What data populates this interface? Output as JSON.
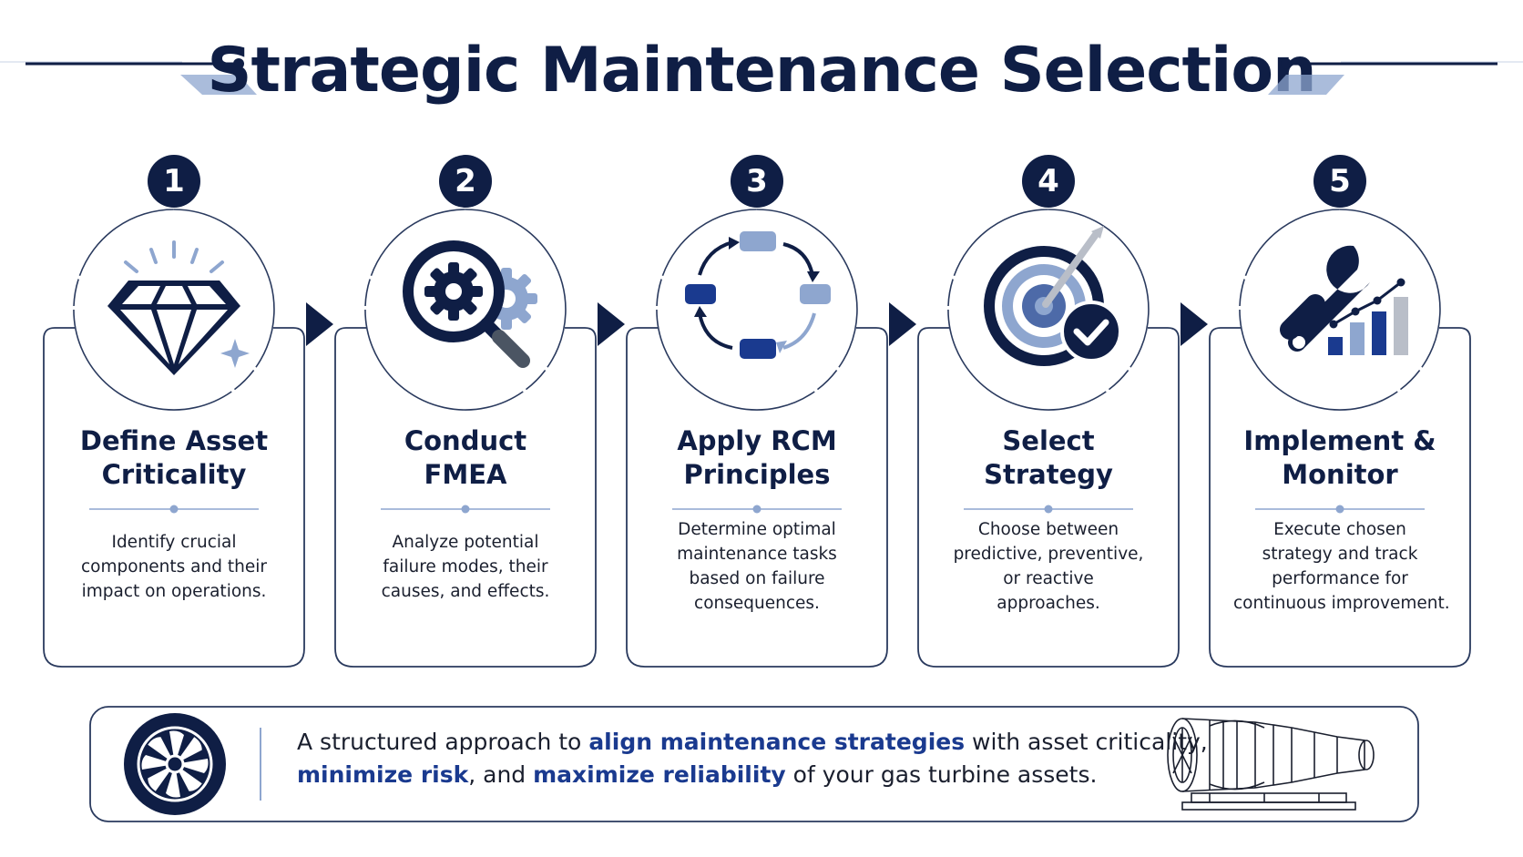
{
  "title": "Strategic Maintenance Selection",
  "colors": {
    "navy": "#0f1e45",
    "accent_blue": "#1a3a8f",
    "light_blue": "#8ea6cf",
    "mid_blue": "#4d6aa8",
    "border": "#2a3a5e"
  },
  "steps": [
    {
      "number": "1",
      "icon": "diamond-icon",
      "title_lines": [
        "Define Asset",
        "Criticality"
      ],
      "desc_lines": [
        "Identify crucial",
        "components and their",
        "impact on operations."
      ]
    },
    {
      "number": "2",
      "icon": "magnifier-gear-icon",
      "title_lines": [
        "Conduct",
        "FMEA"
      ],
      "desc_lines": [
        "Analyze potential",
        "failure modes, their",
        "causes, and effects."
      ]
    },
    {
      "number": "3",
      "icon": "cycle-icon",
      "title_lines": [
        "Apply RCM",
        "Principles"
      ],
      "desc_lines": [
        "Determine optimal",
        "maintenance tasks",
        "based on failure",
        "consequences."
      ]
    },
    {
      "number": "4",
      "icon": "target-check-icon",
      "title_lines": [
        "Select",
        "Strategy"
      ],
      "desc_lines": [
        "Choose between",
        "predictive, preventive,",
        "or reactive",
        "approaches."
      ]
    },
    {
      "number": "5",
      "icon": "wrench-chart-icon",
      "title_lines": [
        "Implement &",
        "Monitor"
      ],
      "desc_lines": [
        "Execute chosen",
        "strategy and track",
        "performance for",
        "continuous improvement."
      ]
    }
  ],
  "footer": {
    "icon": "turbine-fan-icon",
    "image": "gas-turbine-illustration",
    "line1": {
      "prefix": "A structured approach to ",
      "highlight": "align maintenance strategies",
      "suffix": " with asset criticality,"
    },
    "line2": {
      "highlight1": "minimize risk",
      "middle": ", and ",
      "highlight2": "maximize reliability",
      "suffix": " of your gas turbine assets."
    }
  }
}
